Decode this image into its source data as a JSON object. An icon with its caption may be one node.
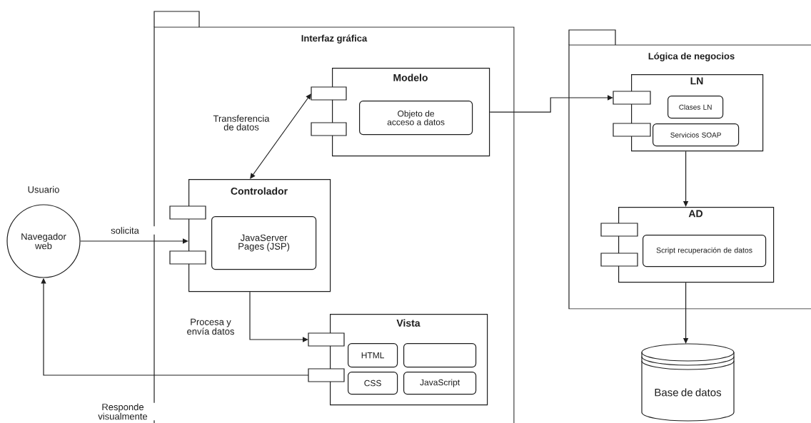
{
  "diagram": {
    "nodes": [
      {
        "text": [
          "Interfaz gráfica"
        ]
      },
      {
        "text": [
          "Modelo"
        ],
        "in": 0
      },
      {
        "text": [
          "Objeto de acceso a datos"
        ],
        "in": 1
      },
      {
        "text": [
          "Controlador"
        ],
        "in": 0
      },
      {
        "text": [
          "JavaServer Pages (JSP)"
        ],
        "in": 3
      },
      {
        "text": [
          "Vista"
        ],
        "in": 0
      },
      {
        "text": [
          "HTML"
        ],
        "in": 5
      },
      {
        "text": [],
        "shape": "box",
        "in": 5
      },
      {
        "text": [
          "CSS"
        ],
        "in": 5
      },
      {
        "text": [
          "JavaScript"
        ],
        "in": 5
      },
      {
        "text": [
          "Navegador web"
        ],
        "beside": [
          "Usuario"
        ]
      },
      {
        "text": [
          "Lógica de negocios"
        ]
      },
      {
        "text": [
          "LN"
        ],
        "in": 11
      },
      {
        "text": [
          "Clases LN"
        ],
        "in": 12
      },
      {
        "text": [
          "Servicios SOAP"
        ],
        "in": 12
      },
      {
        "text": [
          "AD"
        ],
        "in": 11
      },
      {
        "text": [
          "Script recuperación de datos"
        ],
        "in": 15
      },
      {
        "text": [
          "Base de datos"
        ]
      }
    ],
    "edges": [
      {
        "from": 1,
        "to": 3,
        "arrow": "both",
        "label": "Transferencia de datos"
      },
      {
        "from": 10,
        "to": 3,
        "arrow": "to",
        "label": "solicita"
      },
      {
        "from": 3,
        "to": 5,
        "arrow": "to",
        "label": "Procesa y envía datos"
      },
      {
        "from": 5,
        "to": 10,
        "arrow": "to",
        "label": "Responde visualmente"
      },
      {
        "from": 1,
        "to": 12,
        "arrow": "to"
      },
      {
        "from": 12,
        "to": 15,
        "arrow": "to"
      },
      {
        "from": 15,
        "to": 17,
        "arrow": "to"
      }
    ]
  }
}
